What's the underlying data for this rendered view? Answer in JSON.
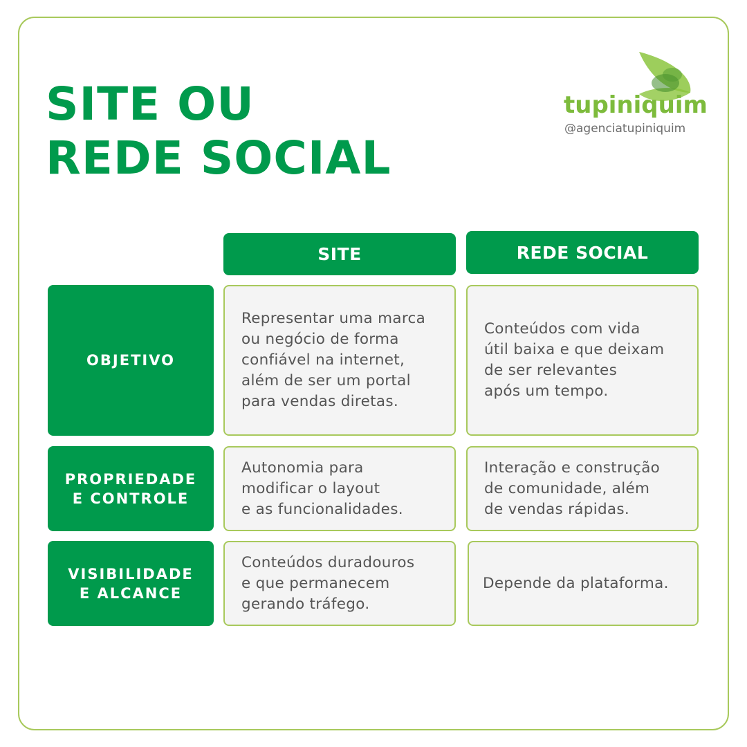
{
  "title": [
    "SITE OU",
    "REDE SOCIAL"
  ],
  "brand": {
    "name": "tupiniquim",
    "handle": "@agenciatupiniquim",
    "colors": {
      "green": "#009a4c",
      "lime": "#7dbb3c"
    }
  },
  "columns": [
    "SITE",
    "REDE SOCIAL"
  ],
  "rows": [
    {
      "label": [
        "OBJETIVO"
      ],
      "site": [
        "Representar uma marca",
        "ou negócio de forma",
        "confiável na internet,",
        "além de ser um portal",
        "para vendas diretas."
      ],
      "social": [
        "Conteúdos com vida",
        "útil baixa e que deixam",
        "de ser relevantes",
        "após um tempo."
      ]
    },
    {
      "label": [
        "PROPRIEDADE",
        "E CONTROLE"
      ],
      "site": [
        "Autonomia para",
        "modificar o layout",
        "e as funcionalidades."
      ],
      "social": [
        "Interação e construção",
        "de comunidade, além",
        "de vendas rápidas."
      ]
    },
    {
      "label": [
        "VISIBILIDADE",
        "E ALCANCE"
      ],
      "site": [
        "Conteúdos duradouros",
        "e que permanecem",
        "gerando tráfego."
      ],
      "social": [
        "Depende da plataforma."
      ]
    }
  ]
}
